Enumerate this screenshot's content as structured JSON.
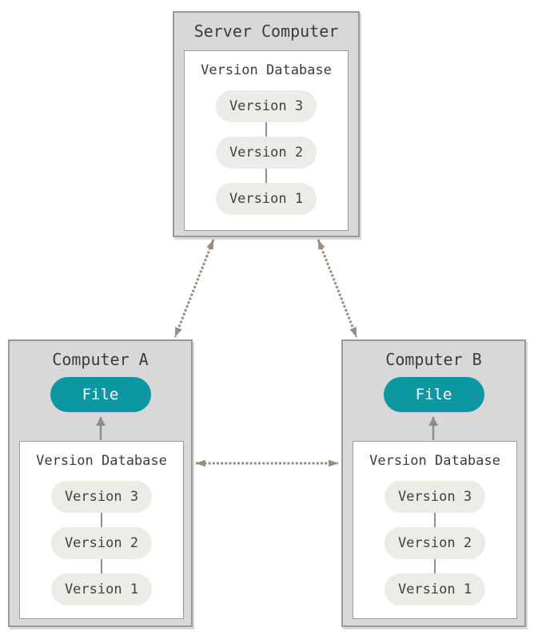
{
  "page": {
    "background": "#ffffff"
  },
  "colors": {
    "node_fill": "#d8d8d8",
    "node_border": "#97999b",
    "panel_fill": "#ffffff",
    "panel_border": "#9c9c9c",
    "version_pill_fill": "#ecebe6",
    "text_dark": "#3b3b3b",
    "file_pill_fill": "#0d97a1",
    "file_pill_text": "#ffffff",
    "sync_arrow_color": "#9a8c7e",
    "checkout_arrow_color": "#8c8c8c"
  },
  "server": {
    "title": "Server Computer",
    "database": {
      "label": "Version Database",
      "versions": [
        "Version 3",
        "Version 2",
        "Version 1"
      ]
    }
  },
  "computer_a": {
    "title": "Computer A",
    "file_label": "File",
    "database": {
      "label": "Version Database",
      "versions": [
        "Version 3",
        "Version 2",
        "Version 1"
      ]
    }
  },
  "computer_b": {
    "title": "Computer B",
    "file_label": "File",
    "database": {
      "label": "Version Database",
      "versions": [
        "Version 3",
        "Version 2",
        "Version 1"
      ]
    }
  }
}
